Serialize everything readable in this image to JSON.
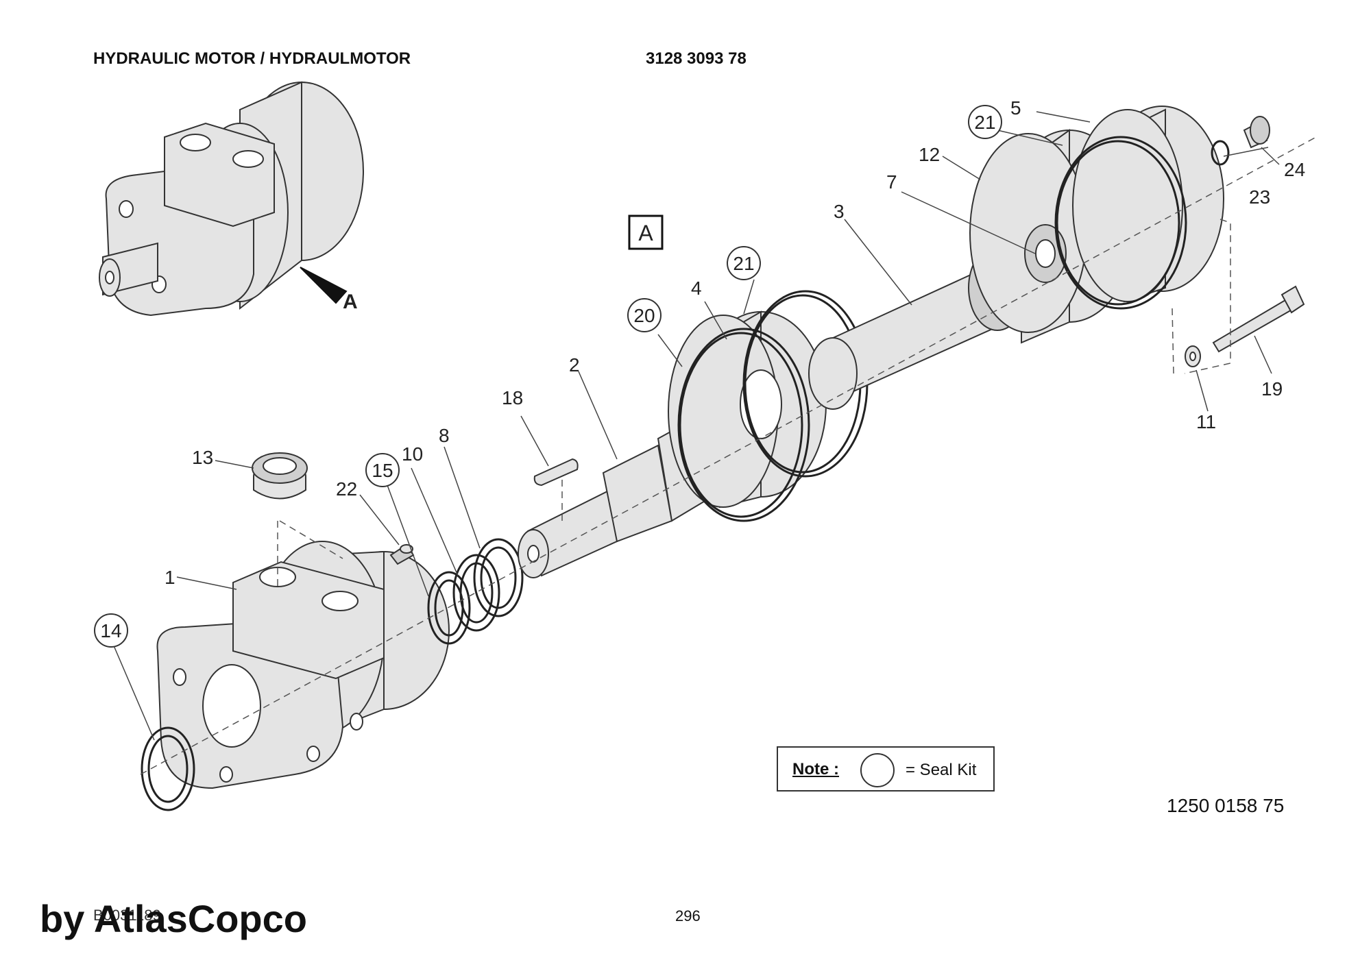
{
  "header": {
    "title": "HYDRAULIC MOTOR / HYDRAULMOTOR",
    "part_number": "3128 3093 78"
  },
  "view_marker": "A",
  "view_arrow_label": "A",
  "callouts": {
    "c1": "1",
    "c2": "2",
    "c3": "3",
    "c4": "4",
    "c5": "5",
    "c7": "7",
    "c8": "8",
    "c10": "10",
    "c11": "11",
    "c12": "12",
    "c13": "13",
    "c14": "14",
    "c15": "15",
    "c18": "18",
    "c19": "19",
    "c20": "20",
    "c21a": "21",
    "c21b": "21",
    "c22": "22",
    "c23": "23",
    "c24": "24"
  },
  "note": {
    "label": "Note :",
    "text": "= Seal Kit"
  },
  "reference_number": "1250 0158 75",
  "page_number": "296",
  "drawing_code": "B0031189",
  "brand": "by AtlasCopco"
}
